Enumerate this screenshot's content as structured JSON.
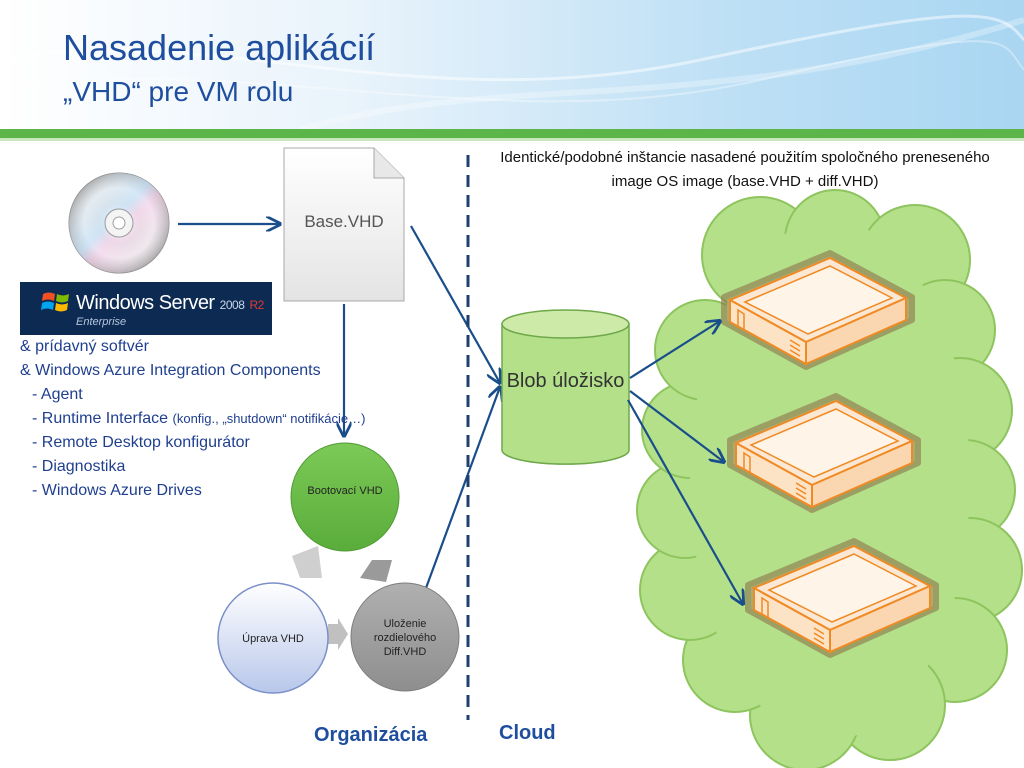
{
  "header": {
    "title": "Nasadenie aplikácií",
    "subtitle": "„VHD“ pre VM rolu"
  },
  "windows_logo": {
    "brand": "Windows Server",
    "version": "2008",
    "release": "R2",
    "edition": "Enterprise"
  },
  "base_vhd": {
    "label": "Base.VHD"
  },
  "components": {
    "line1": "& prídavný softvér",
    "line2": "& Windows Azure Integration Components",
    "items": [
      "- Agent",
      "- Runtime Interface",
      "- Remote Desktop konfigurátor",
      "- Diagnostika",
      "- Windows Azure Drives"
    ],
    "runtime_note": "(konfig., „shutdown“   notifikácie…)"
  },
  "cycle": {
    "boot": "Bootovací VHD",
    "edit": "Úprava  VHD",
    "save": "Uloženie rozdielového Diff.VHD"
  },
  "blob": {
    "label": "Blob úložisko"
  },
  "cloud_caption": "Identické/podobné inštancie nasadené použitím spoločného preneseného image OS image (base.VHD + diff.VHD)",
  "zones": {
    "organization": "Organizácia",
    "cloud": "Cloud"
  },
  "colors": {
    "title_blue": "#1f4e9e",
    "green_bar": "#5bb548",
    "cloud_green": "#b4e08a",
    "blob_green": "#b4e08a",
    "server_orange": "#f08a24",
    "arrow_blue": "#1a4e8a"
  }
}
